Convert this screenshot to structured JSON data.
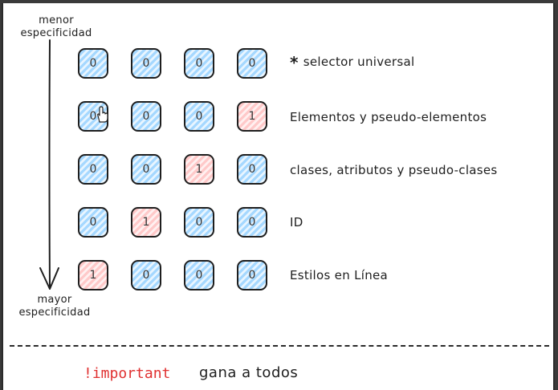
{
  "axis": {
    "top_label_line1": "menor",
    "top_label_line2": "especificidad",
    "bottom_label_line1": "mayor",
    "bottom_label_line2": "especificidad"
  },
  "rows": [
    {
      "label": "selector universal",
      "has_asterisk": true,
      "values": [
        "0",
        "0",
        "0",
        "0"
      ],
      "colors": [
        "blue",
        "blue",
        "blue",
        "blue"
      ]
    },
    {
      "label": "Elementos y pseudo-elementos",
      "has_asterisk": false,
      "values": [
        "0",
        "0",
        "0",
        "1"
      ],
      "colors": [
        "blue",
        "blue",
        "blue",
        "pink"
      ]
    },
    {
      "label": "clases, atributos y pseudo-clases",
      "has_asterisk": false,
      "values": [
        "0",
        "0",
        "1",
        "0"
      ],
      "colors": [
        "blue",
        "blue",
        "pink",
        "blue"
      ]
    },
    {
      "label": "ID",
      "has_asterisk": false,
      "values": [
        "0",
        "1",
        "0",
        "0"
      ],
      "colors": [
        "blue",
        "pink",
        "blue",
        "blue"
      ]
    },
    {
      "label": "Estilos en Línea",
      "has_asterisk": false,
      "values": [
        "1",
        "0",
        "0",
        "0"
      ],
      "colors": [
        "pink",
        "blue",
        "blue",
        "blue"
      ]
    }
  ],
  "asterisk": "*",
  "footer": {
    "keyword": "!important",
    "description": "gana a todos"
  },
  "colors": {
    "blue_fill": "#a5d8ff",
    "pink_fill": "#ffc9c9",
    "important_red": "#e03131"
  }
}
